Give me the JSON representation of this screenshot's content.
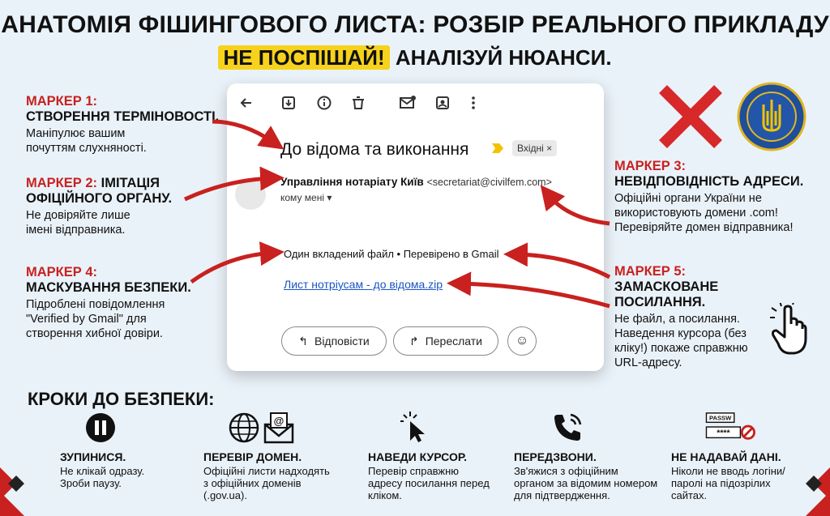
{
  "header": {
    "title": "АНАТОМІЯ ФІШИНГОВОГО ЛИСТА: РОЗБІР РЕАЛЬНОГО ПРИКЛАДУ",
    "subtitle_highlight": "НЕ ПОСПІШАЙ!",
    "subtitle_rest": "АНАЛІЗУЙ НЮАНСИ."
  },
  "markers": [
    {
      "label": "МАРКЕР 1:",
      "title": "СТВОРЕННЯ ТЕРМІНОВОСТІ.",
      "desc": "Маніпулює вашим почуттям слухняності."
    },
    {
      "label": "МАРКЕР 2:",
      "title_inline": "ІМІТАЦІЯ",
      "title": "ОФІЦІЙНОГО ОРГАНУ.",
      "desc": "Не довіряйте лише імені відправника."
    },
    {
      "label": "МАРКЕР 3:",
      "title": "НЕВІДПОВІДНІСТЬ АДРЕСИ.",
      "desc": "Офіційні органи України не використовують домени .com! Перевіряйте домен відправника!"
    },
    {
      "label": "МАРКЕР 4:",
      "title": "МАСКУВАННЯ БЕЗПЕКИ.",
      "desc": "Підроблені повідомлення \"Verified by Gmail\" для створення хибної довіри."
    },
    {
      "label": "МАРКЕР 5:",
      "title": "ЗАМАСКОВАНЕ ПОСИЛАННЯ.",
      "desc": "Не файл, а посилання. Наведення курсора (без кліку!) покаже справжню URL-адресу."
    }
  ],
  "email": {
    "subject": "До відома та виконання",
    "label_chip": "Вхідні ×",
    "sender_name": "Управління нотаріату Київ",
    "sender_address": "<secretariat@civilfem.com>",
    "to": "кому мені ▾",
    "attachment_info": "Один вкладений файл • Перевірено в Gmail",
    "attachment_link": "Лист нотріусам - до відома.zip",
    "reply_label": "Відповісти",
    "forward_label": "Переслати"
  },
  "icons": {
    "toolbar": [
      "back-arrow-icon",
      "archive-icon",
      "info-icon",
      "trash-icon",
      "mark-unread-icon",
      "move-to-icon",
      "more-vert-icon"
    ],
    "cross": "red-x-icon",
    "emblem": "trident-emblem-icon",
    "cursor": "pointer-hand-icon"
  },
  "steps_title": "КРОКИ ДО БЕЗПЕКИ:",
  "steps": [
    {
      "title": "ЗУПИНИСЯ.",
      "desc": "Не клікай одразу. Зроби паузу."
    },
    {
      "title": "ПЕРЕВІР ДОМЕН.",
      "desc": "Офіційні листи надходять з офіційних доменів (.gov.ua)."
    },
    {
      "title": "НАВЕДИ КУРСОР.",
      "desc": "Перевір справжню адресу посилання перед кліком."
    },
    {
      "title": "ПЕРЕДЗВОНИ.",
      "desc": "Зв'яжися з офіційним органом за відомим номером для підтвердження."
    },
    {
      "title": "НЕ НАДАВАЙ ДАНІ.",
      "desc": "Ніколи не вводь логіни/паролі на підозрілих сайтах."
    }
  ],
  "colors": {
    "accent_red": "#c8211f",
    "highlight": "#f6d21c",
    "link": "#1a55c4",
    "background": "#eaf2f9"
  }
}
